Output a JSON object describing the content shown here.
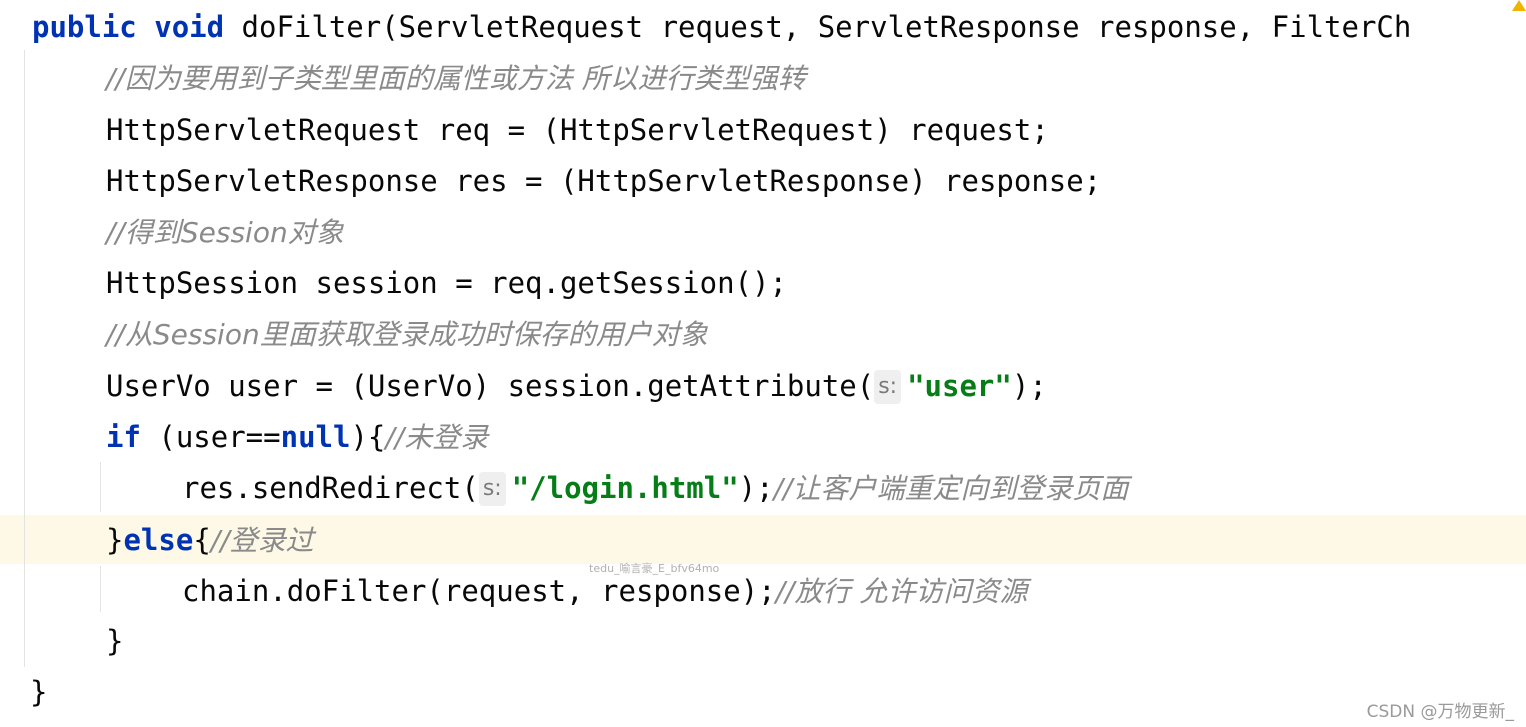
{
  "code": {
    "l1": {
      "kw1": "public",
      "kw2": "void",
      "rest": " doFilter(ServletRequest request, ServletResponse response, FilterCh"
    },
    "l2": {
      "comment": "//因为要用到子类型里面的属性或方法 所以进行类型强转"
    },
    "l3": {
      "text": "HttpServletRequest req = (HttpServletRequest) request;"
    },
    "l4": {
      "text": "HttpServletResponse res = (HttpServletResponse) response;"
    },
    "l5": {
      "comment": "//得到Session对象"
    },
    "l6": {
      "text": "HttpSession session = req.getSession();"
    },
    "l7": {
      "comment": "//从Session里面获取登录成功时保存的用户对象"
    },
    "l8": {
      "before": "UserVo user = (UserVo) session.getAttribute(",
      "hint": "s:",
      "str": "\"user\"",
      "after": ");"
    },
    "l9": {
      "kw": "if",
      "mid": " (user==",
      "null": "null",
      "after": "){",
      "comment": "//未登录"
    },
    "l10": {
      "before": "res.sendRedirect(",
      "hint": "s:",
      "str": "\"/login.html\"",
      "after": ");",
      "comment": "//让客户端重定向到登录页面"
    },
    "l11": {
      "brace": "}",
      "kw": "else",
      "after": "{",
      "comment": "//登录过"
    },
    "l12": {
      "text": "chain.doFilter(request, response);",
      "comment": "//放行 允许访问资源"
    },
    "l13": {
      "text": "}"
    },
    "l14": {
      "text": "}"
    }
  },
  "watermark_center": "tedu_喻言豪_E_bfv64mo",
  "watermark_corner": "CSDN @万物更新_",
  "colors": {
    "keyword": "#0033b3",
    "comment": "#8c8c8c",
    "string": "#067d17",
    "highlight": "#fdf9e6"
  }
}
